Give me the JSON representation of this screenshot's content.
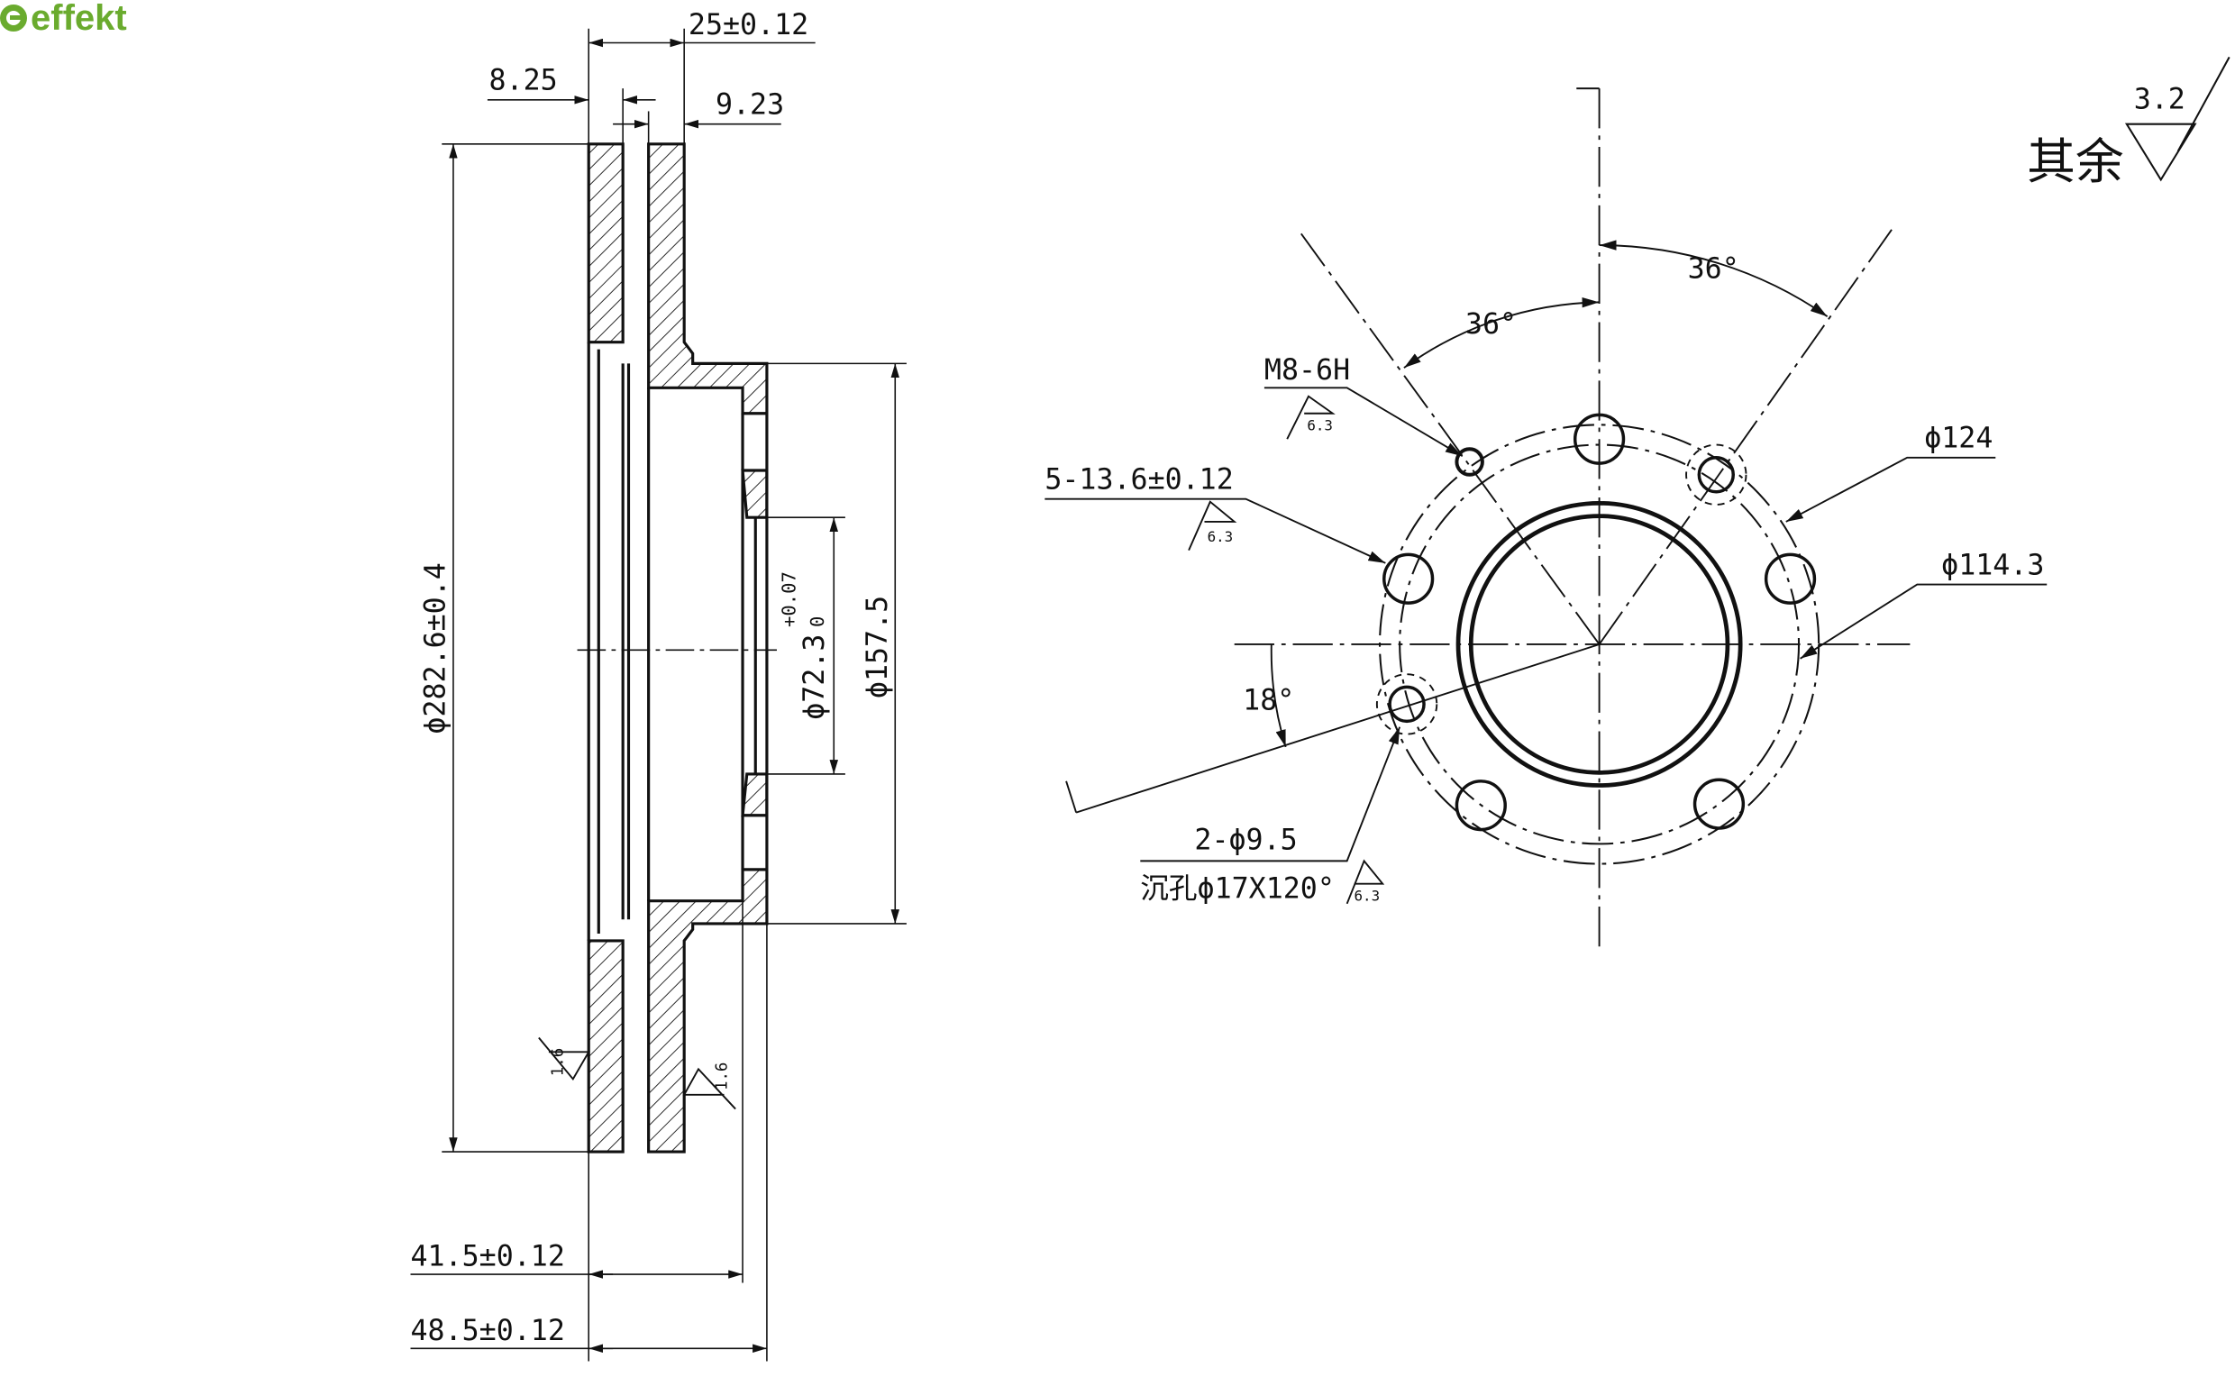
{
  "logo": {
    "text": "effekt",
    "color": "#6aab2e"
  },
  "side_view": {
    "dim_width": "25±0.12",
    "dim_left_plate": "8.25",
    "dim_right_plate": "9.23",
    "dim_outer_diameter": "ϕ282.6±0.4",
    "dim_hat_diameter": "ϕ157.5",
    "dim_bore_diameter": "ϕ72.3",
    "dim_bore_tol_upper": "+0.07",
    "dim_bore_tol_lower": "0",
    "dim_hat_depth_inner": "41.5±0.12",
    "dim_hat_depth_outer": "48.5±0.12",
    "roughness_left": "1.6",
    "roughness_right": "1.6"
  },
  "front_view": {
    "angle_left": "36°",
    "angle_right": "36°",
    "angle_lower": "18°",
    "thread_label": "M8-6H",
    "thread_roughness": "6.3",
    "holes_label": "5-13.6±0.12",
    "holes_roughness": "6.3",
    "bolt_circle_label": "ϕ124",
    "pitch_circle_label": "ϕ114.3",
    "countersink_count_label": "2-ϕ9.5",
    "countersink_detail_label": "沉孔ϕ17X120°",
    "countersink_roughness": "6.3"
  },
  "general_roughness": {
    "label": "其余",
    "value": "3.2"
  }
}
